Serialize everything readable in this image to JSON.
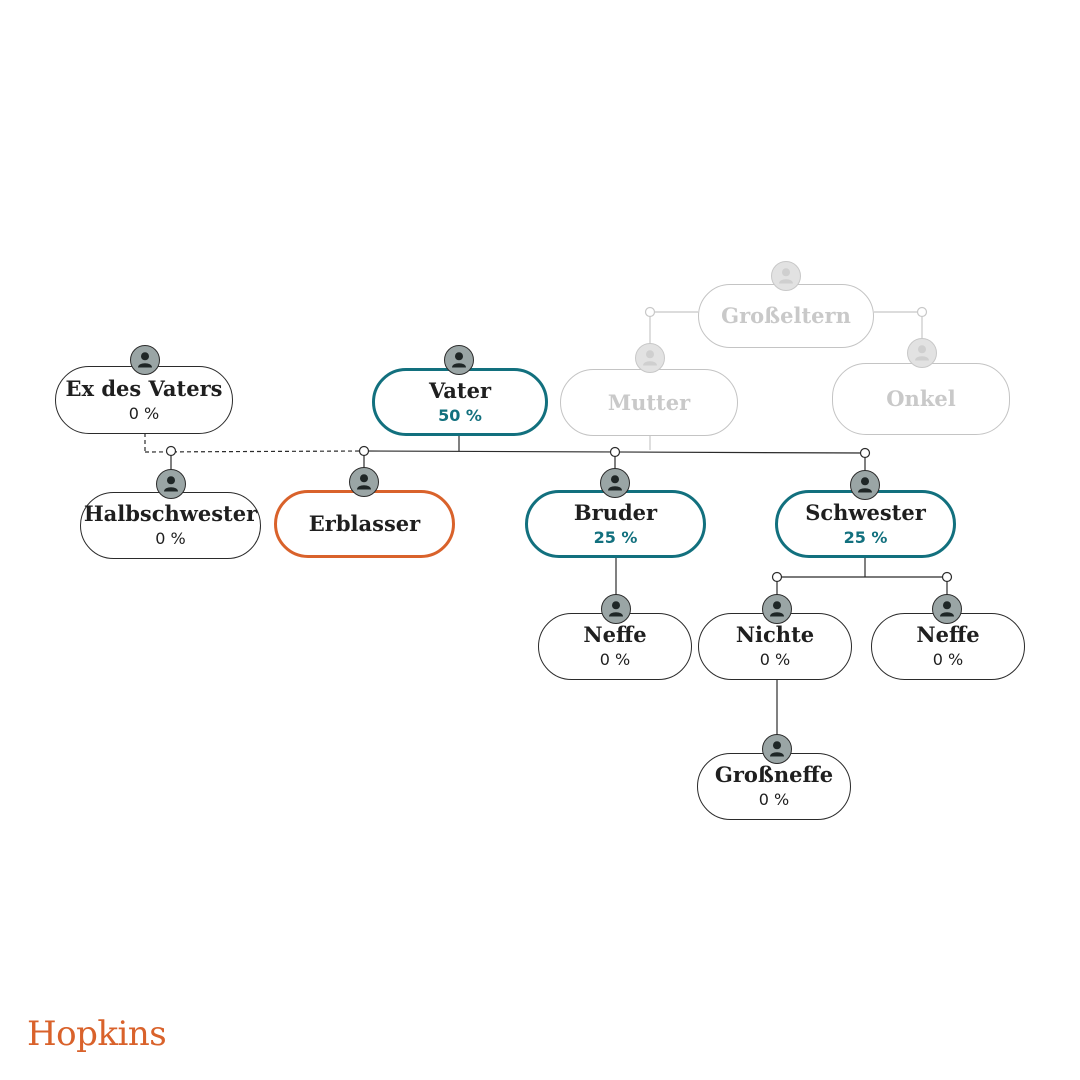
{
  "colors": {
    "heir": "#12707e",
    "deceased": "#d9622b",
    "faded": "#c4c4c4",
    "avatar": "#9aa5a5"
  },
  "icon": "person-icon",
  "brand": {
    "logo": "Hopkins"
  },
  "nodes": {
    "grandparents": {
      "label": "Großeltern",
      "share": ""
    },
    "mother": {
      "label": "Mutter",
      "share": ""
    },
    "uncle": {
      "label": "Onkel",
      "share": ""
    },
    "ex_father": {
      "label": "Ex des Vaters",
      "share": "0 %"
    },
    "father": {
      "label": "Vater",
      "share": "50 %"
    },
    "half_sister": {
      "label": "Halbschwester",
      "share": "0 %"
    },
    "deceased": {
      "label": "Erblasser",
      "share": ""
    },
    "brother": {
      "label": "Bruder",
      "share": "25 %"
    },
    "sister": {
      "label": "Schwester",
      "share": "25 %"
    },
    "nephew_1": {
      "label": "Neffe",
      "share": "0 %"
    },
    "niece": {
      "label": "Nichte",
      "share": "0 %"
    },
    "nephew_2": {
      "label": "Neffe",
      "share": "0 %"
    },
    "grandnephew": {
      "label": "Großneffe",
      "share": "0 %"
    }
  }
}
